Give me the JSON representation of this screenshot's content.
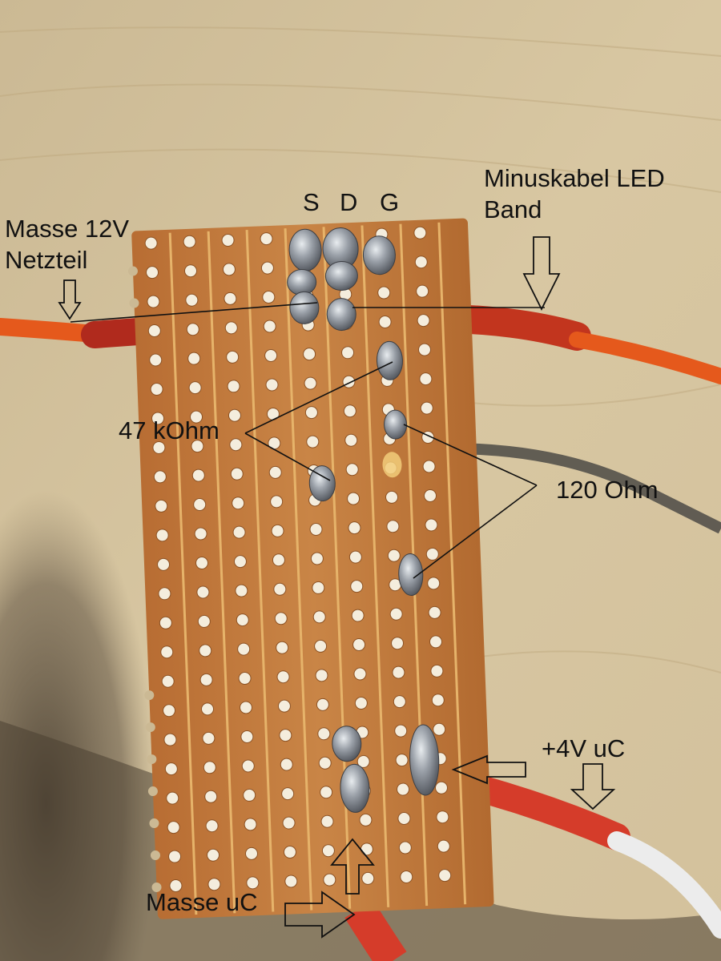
{
  "scene": {
    "subject": "stripboard-mosfet-circuit",
    "colors": {
      "table": "#c9b68e",
      "board": "#c07a3c",
      "trace": "#d9a55e",
      "solder": "#a9aeb6",
      "wire_orange": "#e5591c",
      "wire_red": "#d53c2a",
      "wire_white": "#ececec",
      "shadow": "#4a4032"
    }
  },
  "labels": {
    "masse_12v_line1": "Masse 12V",
    "masse_12v_line2": "Netzteil",
    "minuskabel_line1": "Minuskabel LED",
    "minuskabel_line2": "Band",
    "pin_s": "S",
    "pin_d": "D",
    "pin_g": "G",
    "r47k": "47 kOhm",
    "r120": "120 Ohm",
    "plus4v": "+4V uC",
    "masse_uc": "Masse uC"
  }
}
